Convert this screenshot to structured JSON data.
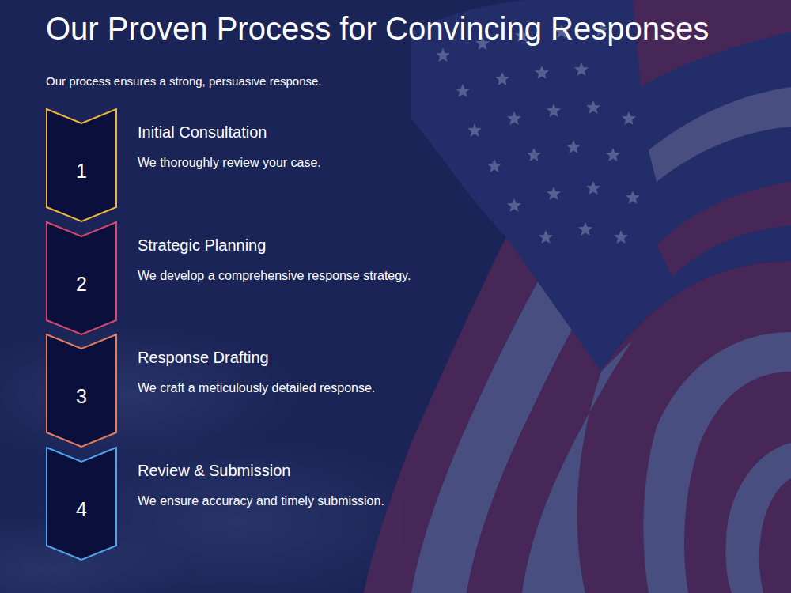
{
  "diagram": {
    "title": "Our Proven Process for Convincing Responses",
    "nodes": [
      {
        "text": [
          "1",
          "Initial Consultation",
          "We thoroughly review your case."
        ]
      },
      {
        "text": [
          "2",
          "Strategic Planning",
          "We develop a comprehensive response strategy."
        ]
      },
      {
        "text": [
          "3",
          "Response Drafting",
          "We craft a meticulously detailed response."
        ]
      },
      {
        "text": [
          "4",
          "Review & Submission",
          "We ensure accuracy and timely submission."
        ]
      }
    ],
    "labels": [
      "Our process ensures a strong, persuasive response."
    ]
  }
}
